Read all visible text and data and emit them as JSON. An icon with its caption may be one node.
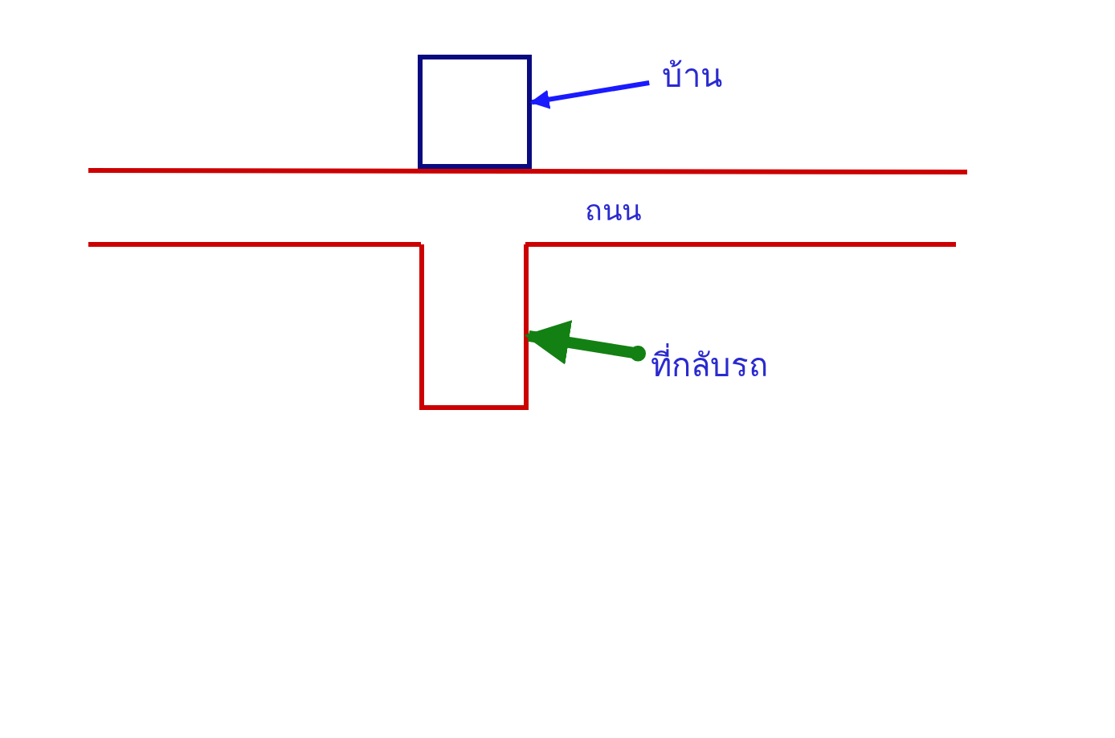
{
  "diagram": {
    "nodes": [
      {
        "text": [
          "บ้าน"
        ]
      },
      {
        "text": [],
        "shape": "box"
      },
      {
        "text": [
          "ที่กลับรถ"
        ]
      },
      {
        "text": [],
        "shape": "box"
      }
    ],
    "edges": [
      {
        "from": 0,
        "to": 1,
        "arrow": "to",
        "color": "#1a1aff"
      },
      {
        "from": 2,
        "to": 3,
        "arrow": "to",
        "style": "thick",
        "color": "#138013"
      }
    ],
    "labels": [
      "ถนน"
    ]
  }
}
